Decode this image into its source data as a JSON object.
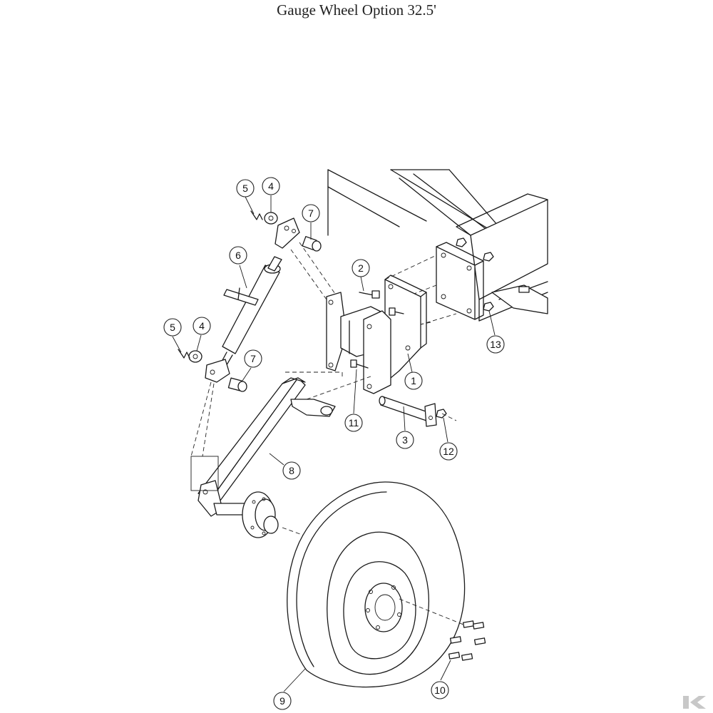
{
  "title": "Gauge Wheel Option 32.5'",
  "callouts": [
    {
      "id": "callout-1",
      "label": "1"
    },
    {
      "id": "callout-2",
      "label": "2"
    },
    {
      "id": "callout-3",
      "label": "3"
    },
    {
      "id": "callout-4a",
      "label": "4"
    },
    {
      "id": "callout-4b",
      "label": "4"
    },
    {
      "id": "callout-5a",
      "label": "5"
    },
    {
      "id": "callout-5b",
      "label": "5"
    },
    {
      "id": "callout-6",
      "label": "6"
    },
    {
      "id": "callout-7a",
      "label": "7"
    },
    {
      "id": "callout-7b",
      "label": "7"
    },
    {
      "id": "callout-8",
      "label": "8"
    },
    {
      "id": "callout-9",
      "label": "9"
    },
    {
      "id": "callout-10",
      "label": "10"
    },
    {
      "id": "callout-11",
      "label": "11"
    },
    {
      "id": "callout-12",
      "label": "12"
    },
    {
      "id": "callout-13",
      "label": "13"
    }
  ],
  "colors": {
    "line": "#1a1a1a",
    "background": "#ffffff",
    "logo": "#c8c8c8"
  },
  "icons": {
    "logo": "brand-k-logo-icon"
  }
}
